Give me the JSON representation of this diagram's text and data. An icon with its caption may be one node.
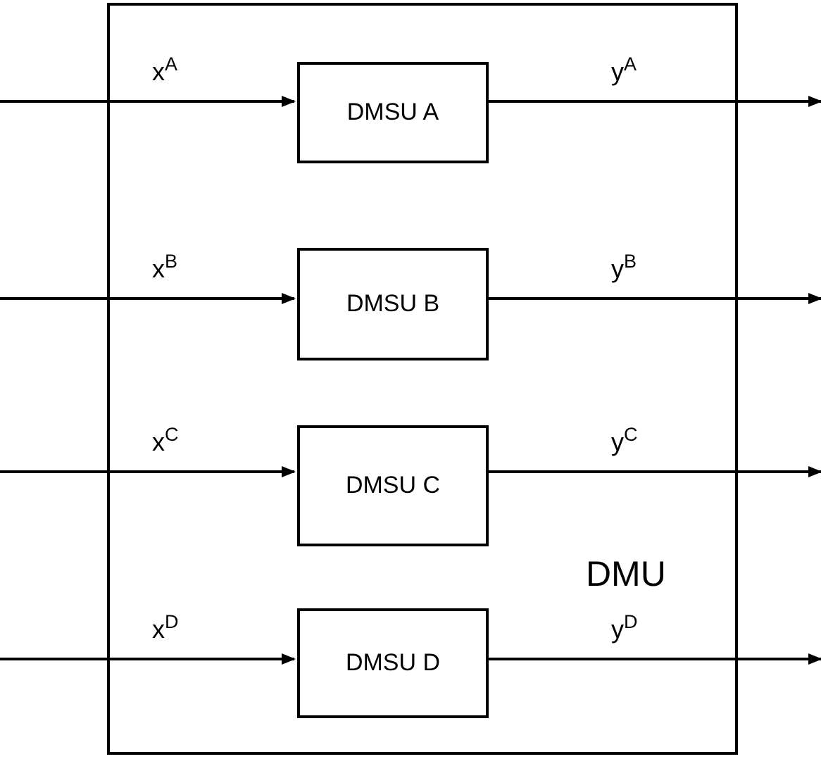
{
  "diagram": {
    "nodes": [
      {
        "text": [
          "DMU"
        ]
      },
      {
        "text": [
          "DMSU A"
        ],
        "in": 0
      },
      {
        "text": [
          "DMSU B"
        ],
        "in": 0
      },
      {
        "text": [
          "DMSU C"
        ],
        "in": 0
      },
      {
        "text": [
          "DMSU D"
        ],
        "in": 0
      }
    ],
    "edges": [
      {
        "from": null,
        "to": 1,
        "arrow": "to",
        "label": "x$^{A}$"
      },
      {
        "from": 1,
        "to": null,
        "arrow": "to",
        "label": "y$^{A}$"
      },
      {
        "from": null,
        "to": 2,
        "arrow": "to",
        "label": "x$^{B}$"
      },
      {
        "from": 2,
        "to": null,
        "arrow": "to",
        "label": "y$^{B}$"
      },
      {
        "from": null,
        "to": 3,
        "arrow": "to",
        "label": "x$^{C}$"
      },
      {
        "from": 3,
        "to": null,
        "arrow": "to",
        "label": "y$^{C}$"
      },
      {
        "from": null,
        "to": 4,
        "arrow": "to",
        "label": "x$^{D}$"
      },
      {
        "from": 4,
        "to": null,
        "arrow": "to",
        "label": "y$^{D}$"
      }
    ]
  }
}
